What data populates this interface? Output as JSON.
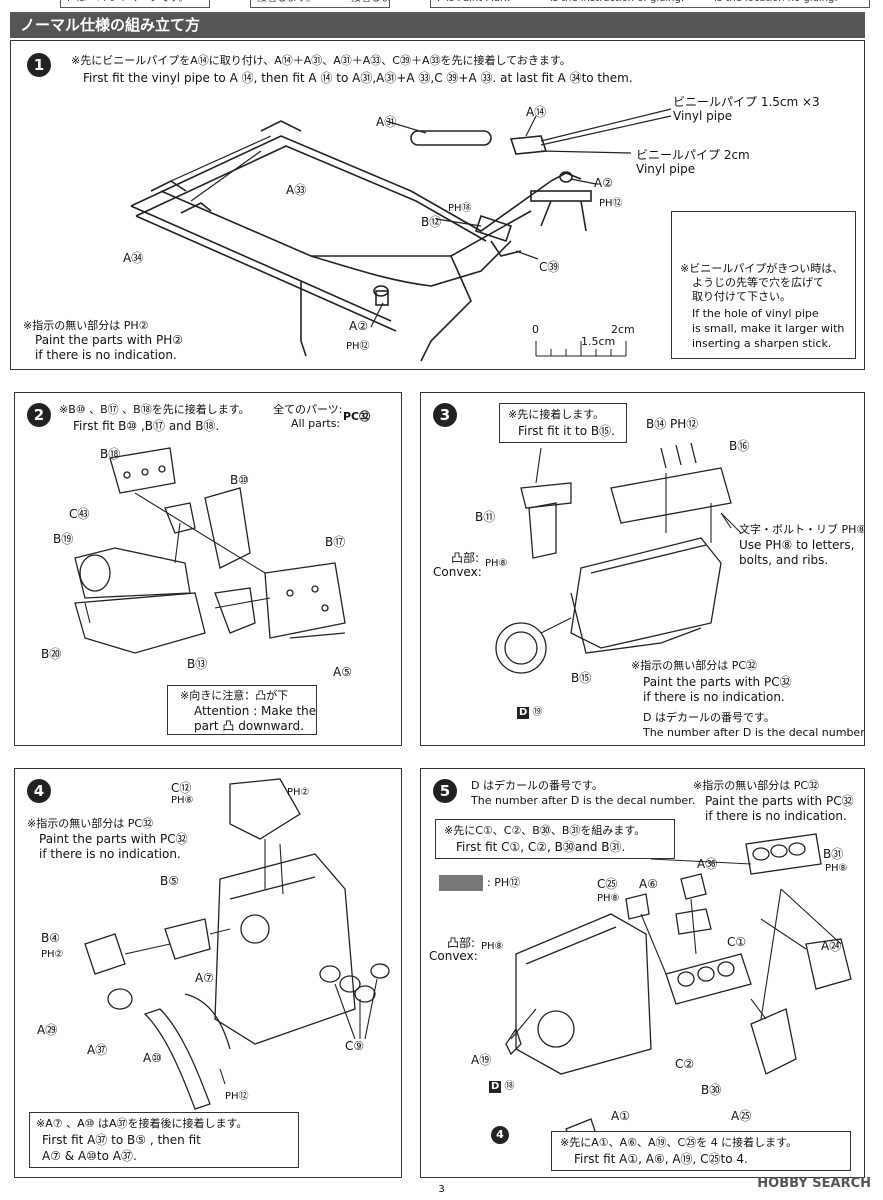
{
  "top_strip": {
    "left": "P は ペイントマークです。",
    "middle": "接着します。　　　　接着しません",
    "right": "P is Paint Mark　　　　is the instruction of gluing.　　　is the location no gluing."
  },
  "header": {
    "title": "ノーマル仕様の組み立て方"
  },
  "step1": {
    "num": "1",
    "jp": "※先にビニールパイプをA⑭に取り付け、A⑭＋A㉛、A㉛＋A㉝、C㊴＋A㉝を先に接着しておきます。",
    "en": "First fit the vinyl pipe to A ⑭, then fit A ⑭ to A㉛,A㉛+A ㉝,C ㊴+A ㉝. at last fit A ㉞to them.",
    "labels": {
      "a31": "A㉛",
      "a14": "A⑭",
      "vinyl1_jp": "ビニールパイプ 1.5cm ×3",
      "vinyl1_en": "Vinyl pipe",
      "vinyl2_jp": "ビニールパイプ 2cm",
      "vinyl2_en": "Vinyl pipe",
      "a33": "A㉝",
      "ph18": "PH⑱",
      "a2_top": "A②",
      "ph12_top": "PH⑫",
      "b12": "B⑫",
      "a34": "A㉞",
      "c39": "C㊴",
      "a2_bot": "A②",
      "ph12_bot": "PH⑫"
    },
    "bottom_note_jp": "※指示の無い部分は PH②",
    "bottom_note_en1": "Paint the parts with PH②",
    "bottom_note_en2": "if there is no indication.",
    "scale": {
      "zero": "0",
      "mid": "1.5cm",
      "end": "2cm"
    },
    "tip_jp1": "※ビニールパイプがきつい時は、",
    "tip_jp2": "ようじの先等で穴を広げて",
    "tip_jp3": "取り付けて下さい。",
    "tip_en1": "If the hole of vinyl pipe",
    "tip_en2": "is small, make it larger with",
    "tip_en3": "inserting a sharpen stick."
  },
  "step2": {
    "num": "2",
    "jp": "※B⑩ 、B⑰ 、B⑱を先に接着します。",
    "en": "First fit B⑩ ,B⑰ and B⑱.",
    "all_jp": "全てのパーツ:",
    "all_en": "All parts:",
    "all_paint": "PC㉜",
    "labels": {
      "b18": "B⑱",
      "b10": "B⑩",
      "c43": "C㊸",
      "b19": "B⑲",
      "b17": "B⑰",
      "b20": "B⑳",
      "b13": "B⑬",
      "a5": "A⑤"
    },
    "note_jp": "※向きに注意：凸が下",
    "note_en1": "Attention : Make the",
    "note_en2": "part 凸 downward."
  },
  "step3": {
    "num": "3",
    "note_jp": "※先に接着します。",
    "note_en": "First fit it to B⑮.",
    "labels": {
      "b14": "B⑭ PH⑫",
      "b16": "B⑯",
      "b11": "B⑪",
      "convex_jp": "凸部:",
      "convex_en": "Convex:",
      "convex_paint": "PH⑧",
      "b15": "B⑮",
      "d19": "⑲"
    },
    "letters_jp": "文字・ボルト・リブ PH⑧",
    "letters_en1": "Use PH⑧ to letters,",
    "letters_en2": "bolts, and ribs.",
    "paint_jp": "※指示の無い部分は PC㉜",
    "paint_en1": "Paint the parts with PC㉜",
    "paint_en2": "if there is no indication.",
    "decal_jp": "D はデカールの番号です。",
    "decal_en": "The number after D is the decal number."
  },
  "step4": {
    "num": "4",
    "paint_jp": "※指示の無い部分は PC㉜",
    "paint_en1": "Paint the parts with PC㉜",
    "paint_en2": "if there is no indication.",
    "labels": {
      "c12": "C⑫",
      "ph8": "PH⑧",
      "ph2_top": "PH②",
      "b5": "B⑤",
      "b4": "B④",
      "ph2_left": "PH②",
      "a7": "A⑦",
      "a29": "A㉙",
      "a37": "A㊲",
      "a10": "A⑩",
      "c9": "C⑨",
      "ph12": "PH⑫"
    },
    "note_jp": "※A⑦ 、A⑩ はA㊲を接着後に接着します。",
    "note_en1": "First fit A㊲ to B⑤ , then fit",
    "note_en2": "A⑦ & A⑩to A㊲."
  },
  "step5": {
    "num": "5",
    "decal_jp": "D はデカールの番号です。",
    "decal_en": "The number after D is the decal number.",
    "paint_jp": "※指示の無い部分は PC㉜",
    "paint_en1": "Paint the parts with PC㉜",
    "paint_en2": "if there is no indication.",
    "note_jp": "※先にC①、C②、B㉚、B㉛を組みます。",
    "note_en": "First fit C①, C②, B㉚and B㉛.",
    "swatch_label": ": PH⑫",
    "labels": {
      "b31": "B㉛",
      "ph8_right": "PH⑧",
      "a36": "A㊱",
      "c25": "C㉕",
      "ph8_c25": "PH⑧",
      "a6": "A⑥",
      "convex_jp": "凸部:",
      "convex_en": "Convex:",
      "convex_paint": "PH⑧",
      "c1": "C①",
      "a24": "A㉔",
      "a19": "A⑲",
      "d18": "⑱",
      "c2": "C②",
      "b30": "B㉚",
      "a1": "A①",
      "a25": "A㉕",
      "step4ref": "4"
    },
    "bottom_jp": "※先にA①、A⑥、A⑲、C㉕を 4 に接着します。",
    "bottom_en": "First fit A①, A⑥, A⑲, C㉕to 4."
  },
  "page_number": "3",
  "watermark": "HOBBY SEARCH"
}
